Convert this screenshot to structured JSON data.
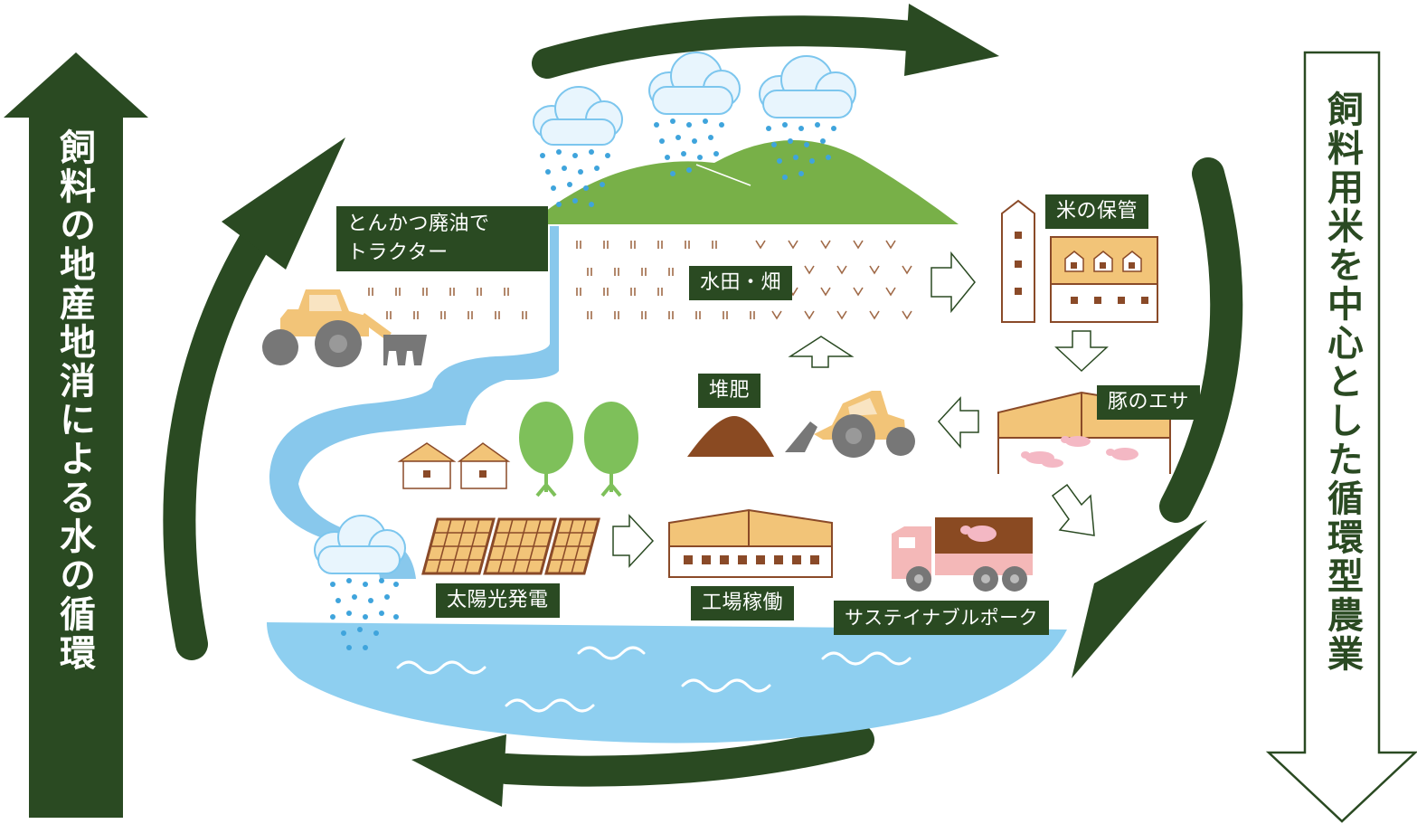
{
  "left_arrow_text": "飼料の地産地消による水の循環",
  "right_arrow_text": "飼料用米を中心とした循環型農業",
  "labels": {
    "tractor": "とんかつ廃油で\nトラクター",
    "paddy": "水田・畑",
    "rice_storage": "米の保管",
    "compost": "堆肥",
    "pig_feed": "豚のエサ",
    "solar": "太陽光発電",
    "factory": "工場稼働",
    "pork": "サステイナブルポーク"
  },
  "colors": {
    "dark_green": "#2a4a22",
    "water_blue": "#8ecff0",
    "river_blue": "#88c8ec",
    "hill_green": "#78b048",
    "building_orange": "#f2c478",
    "building_brown": "#8a4a28",
    "compost_brown": "#8a4a22",
    "tree_green": "#7ec05a",
    "truck_pink": "#f4b8b8",
    "machine_gray": "#777777",
    "rain_blue": "#5ab4e4"
  }
}
